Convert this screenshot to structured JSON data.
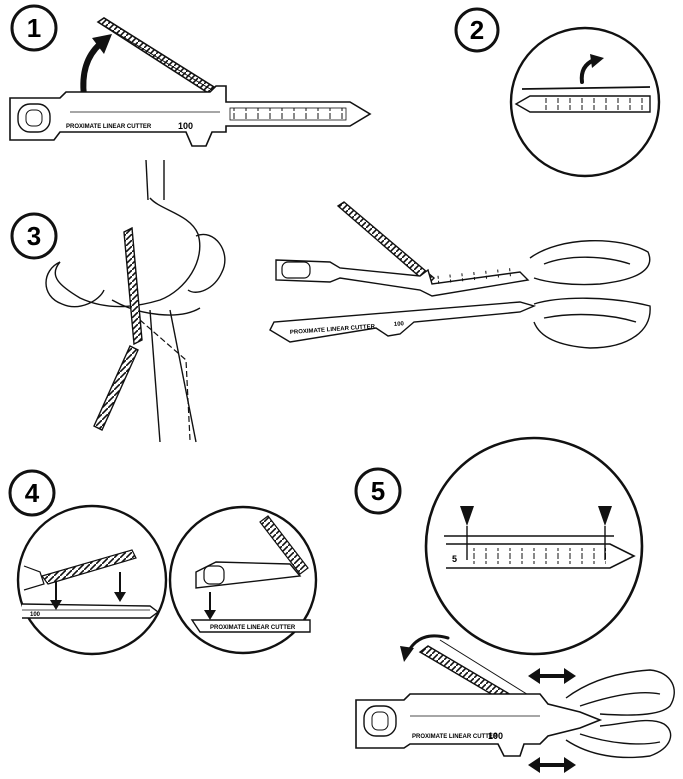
{
  "steps": [
    {
      "number": "1"
    },
    {
      "number": "2"
    },
    {
      "number": "3"
    },
    {
      "number": "4"
    },
    {
      "number": "5"
    }
  ],
  "device": {
    "label": "PROXIMATE LINEAR CUTTER",
    "length_mark": "100",
    "short_mark": "100"
  },
  "colors": {
    "ink": "#111111",
    "paper": "#ffffff"
  },
  "icons": [
    "rotate-arrow-icon",
    "down-arrow-icon",
    "double-arrow-icon",
    "marker-triangle-icon"
  ]
}
